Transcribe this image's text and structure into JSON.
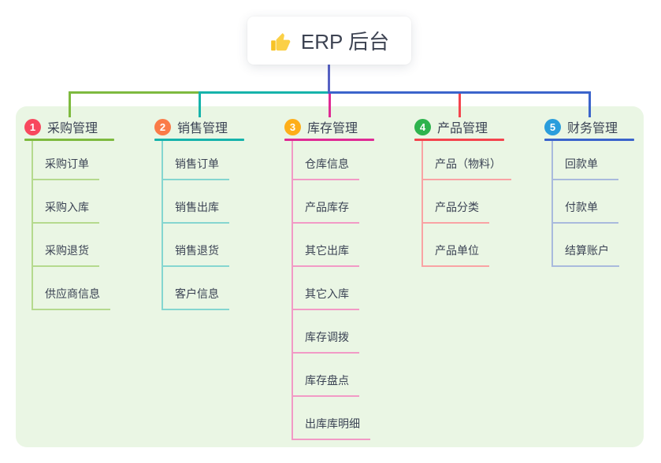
{
  "root": {
    "title": "ERP 后台",
    "icon": "thumbs-up-icon",
    "line_color": "#5661c4"
  },
  "panel": {
    "background": "#eaf6e4"
  },
  "branches": [
    {
      "index": "1",
      "label": "采购管理",
      "color": "#7eba3f",
      "light_color": "#b5da8e",
      "badge_color": "#f8485e",
      "children": [
        "采购订单",
        "采购入库",
        "采购退货",
        "供应商信息"
      ]
    },
    {
      "index": "2",
      "label": "销售管理",
      "color": "#16b3ab",
      "light_color": "#85d6d0",
      "badge_color": "#fa7b48",
      "children": [
        "销售订单",
        "销售出库",
        "销售退货",
        "客户信息"
      ]
    },
    {
      "index": "3",
      "label": "库存管理",
      "color": "#df2a94",
      "light_color": "#f29ac6",
      "badge_color": "#feae19",
      "children": [
        "仓库信息",
        "产品库存",
        "其它出库",
        "其它入库",
        "库存调拨",
        "库存盘点",
        "出库库明细"
      ]
    },
    {
      "index": "4",
      "label": "产品管理",
      "color": "#f4444d",
      "light_color": "#f9a3a4",
      "badge_color": "#2eb34d",
      "children": [
        "产品（物料）",
        "产品分类",
        "产品单位"
      ]
    },
    {
      "index": "5",
      "label": "财务管理",
      "color": "#3b64cb",
      "light_color": "#a9badd",
      "badge_color": "#2a9ddc",
      "children": [
        "回款单",
        "付款单",
        "结算账户"
      ]
    }
  ]
}
